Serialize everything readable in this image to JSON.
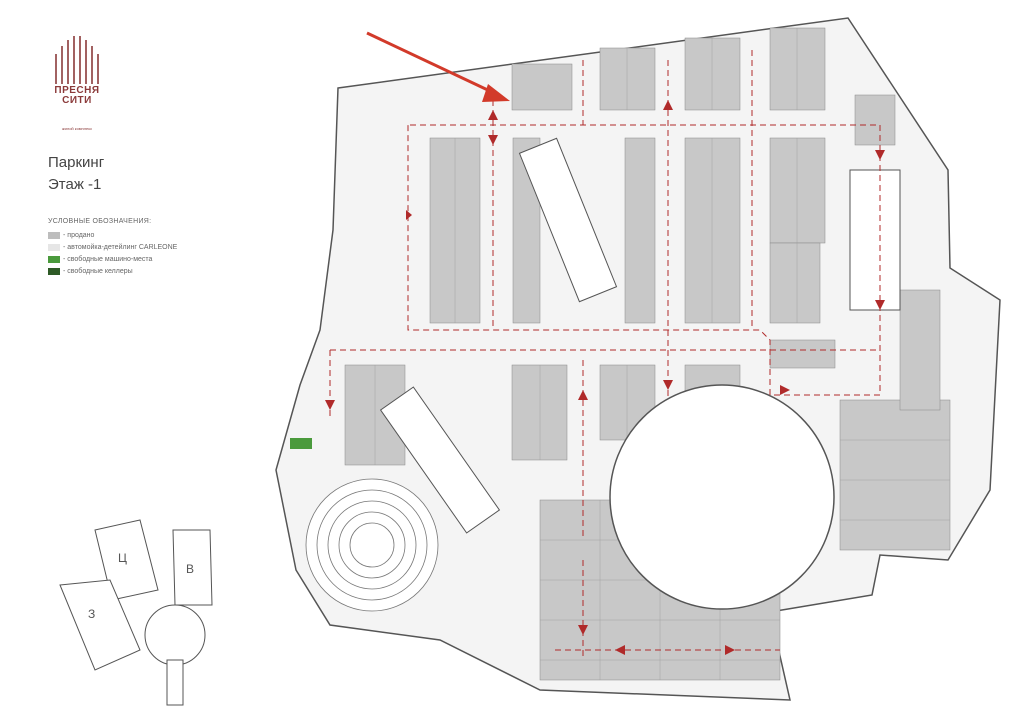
{
  "logo": {
    "brand_line1": "ПРЕСНЯ",
    "brand_line2": "СИТИ",
    "tagline": "жилой комплекс",
    "color": "#8b3a3a"
  },
  "title": {
    "line1": "Паркинг",
    "line2": "Этаж -1"
  },
  "legend": {
    "heading": "УСЛОВНЫЕ ОБОЗНАЧЕНИЯ:",
    "items": [
      {
        "label": "- продано",
        "color": "#bdbdbd"
      },
      {
        "label": "- автомойка-детейлинг CARLEONE",
        "color": "#e6e6e6"
      },
      {
        "label": "- свободные машино-места",
        "color": "#4a9a3c"
      },
      {
        "label": "- свободные келлеры",
        "color": "#2e5a26"
      }
    ]
  },
  "key_map": {
    "buildings": [
      "Ц",
      "В",
      "З"
    ]
  },
  "colors": {
    "route_arrow": "#b02a2a",
    "pointer_arrow": "#d23a2a",
    "sold": "#bdbdbd",
    "wall": "#555555"
  }
}
